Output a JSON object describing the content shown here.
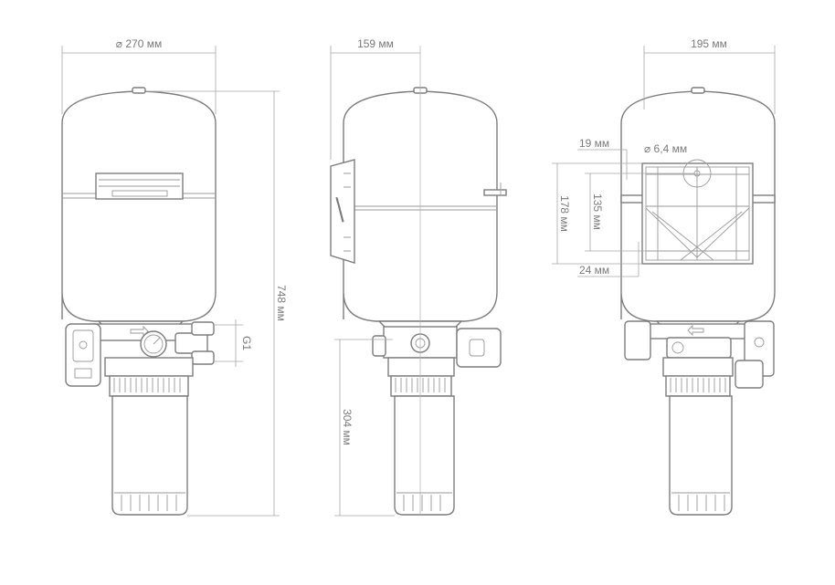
{
  "drawing": {
    "front_view": {
      "diameter": "⌀ 270 мм",
      "height_total": "748 мм",
      "thread": "G1"
    },
    "side_view": {
      "depth": "159 мм",
      "filter_height": "304 мм"
    },
    "back_view": {
      "width": "195 мм",
      "offset_top": "19 мм",
      "hole_diameter": "⌀ 6,4 мм",
      "bracket_height": "178 мм",
      "hole_spacing": "135 мм",
      "offset_bottom": "24 мм"
    },
    "line_color": "#7d7d7d"
  }
}
